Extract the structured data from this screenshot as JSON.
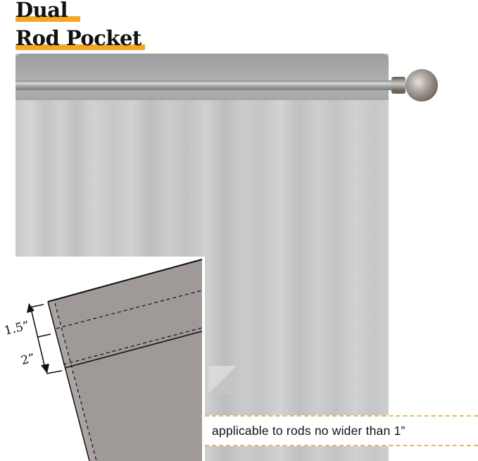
{
  "title": {
    "line1": "Dual",
    "line2": "Rod Pocket",
    "highlight_color": "#f5a623"
  },
  "product": {
    "curtain_color": "#c9cacb",
    "header_color": "#a9aaab",
    "rod_finish": "brushed nickel",
    "finial": "ball-icon"
  },
  "diagram": {
    "fabric_color": "#9f9a98",
    "measurements": [
      {
        "label": "1.5”"
      },
      {
        "label": "2”"
      }
    ]
  },
  "note": {
    "text": "applicable to rods no wider than 1”",
    "border_color": "#e8b866"
  }
}
